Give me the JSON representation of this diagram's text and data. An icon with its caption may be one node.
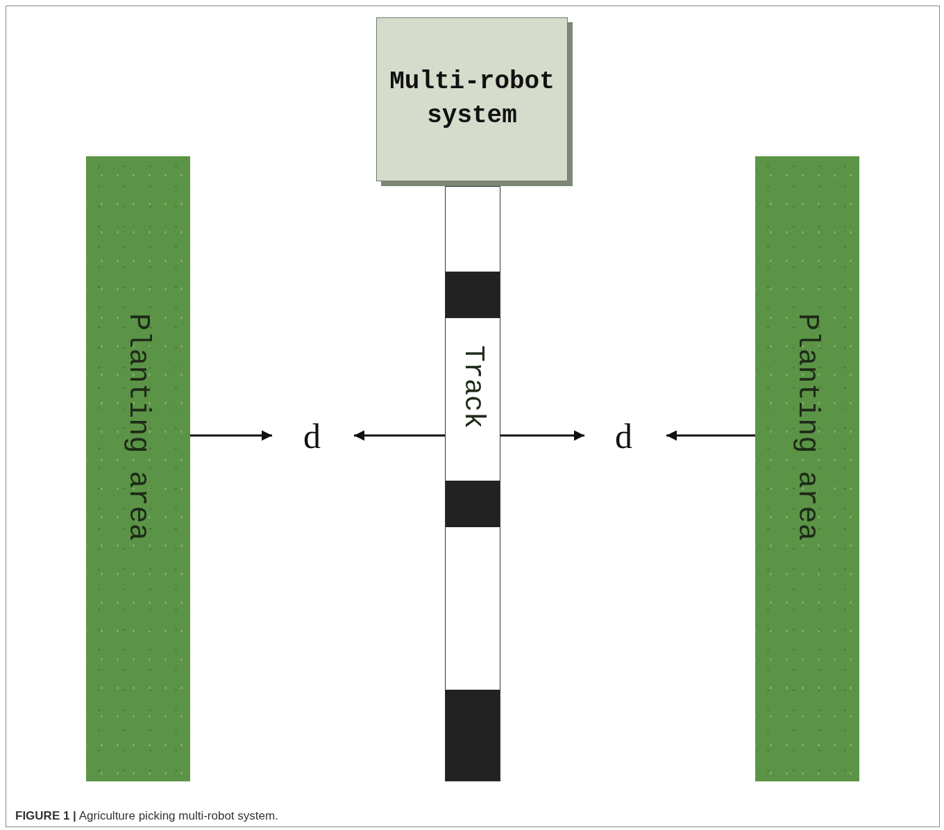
{
  "diagram": {
    "caption": "**FIGURE 1 |** Agriculture picking multi-robot system.",
    "nodes": [
      {
        "text": [
          "Multi-robot system"
        ]
      },
      {
        "text": [
          "Planting area"
        ]
      },
      {
        "text": [
          "Track"
        ]
      },
      {
        "text": [
          "Planting area"
        ]
      }
    ],
    "labels": [
      "d",
      "d"
    ]
  }
}
